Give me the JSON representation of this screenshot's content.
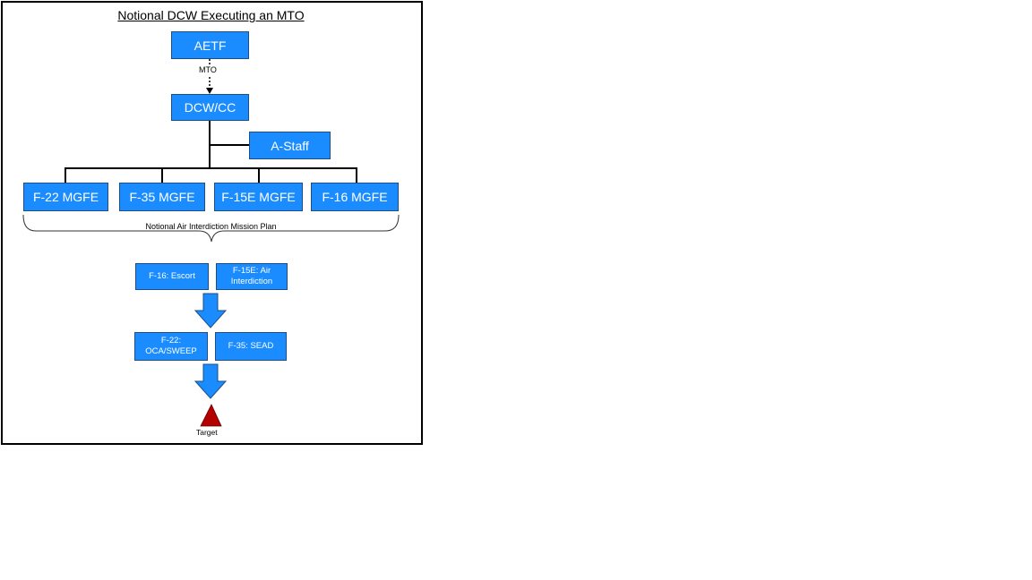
{
  "diagram": {
    "title": "Notional DCW Executing an MTO",
    "nodes": {
      "aetf": "AETF",
      "dcw_cc": "DCW/CC",
      "a_staff": "A-Staff",
      "f22_mgfe": "F-22 MGFE",
      "f35_mgfe": "F-35 MGFE",
      "f15e_mgfe": "F-15E MGFE",
      "f16_mgfe": "F-16 MGFE",
      "f16_escort": "F-16: Escort",
      "f15e_air_interdiction": "F-15E: Air Interdiction",
      "f22_oca_sweep": "F-22: OCA/SWEEP",
      "f35_sead": "F-35: SEAD"
    },
    "edge_label_mto": "MTO",
    "plan_label": "Notional Air Interdiction Mission Plan",
    "target_label": "Target",
    "colors": {
      "box_fill": "#1a8cff",
      "box_border": "#1b4f86",
      "arrow_fill": "#1a8cff",
      "target_fill": "#b30000"
    }
  }
}
